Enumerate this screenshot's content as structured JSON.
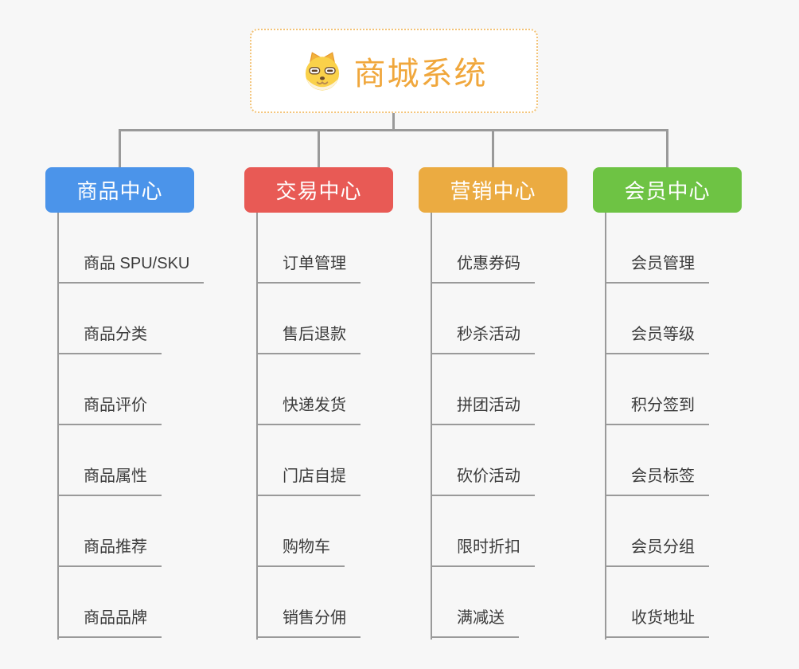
{
  "page": {
    "background": "#f7f7f7",
    "connector_color": "#9a9a9a"
  },
  "root": {
    "title": "商城系统",
    "text_color": "#f0a73c",
    "border_color": "#f3c377",
    "icon": "dog-face-icon"
  },
  "branches": [
    {
      "label": "商品中心",
      "color": "#4b94ea",
      "items": [
        "商品 SPU/SKU",
        "商品分类",
        "商品评价",
        "商品属性",
        "商品推荐",
        "商品品牌"
      ]
    },
    {
      "label": "交易中心",
      "color": "#e85a55",
      "items": [
        "订单管理",
        "售后退款",
        "快递发货",
        "门店自提",
        "购物车",
        "销售分佣"
      ]
    },
    {
      "label": "营销中心",
      "color": "#ebab41",
      "items": [
        "优惠券码",
        "秒杀活动",
        "拼团活动",
        "砍价活动",
        "限时折扣",
        "满减送"
      ]
    },
    {
      "label": "会员中心",
      "color": "#6ec344",
      "items": [
        "会员管理",
        "会员等级",
        "积分签到",
        "会员标签",
        "会员分组",
        "收货地址"
      ]
    }
  ]
}
